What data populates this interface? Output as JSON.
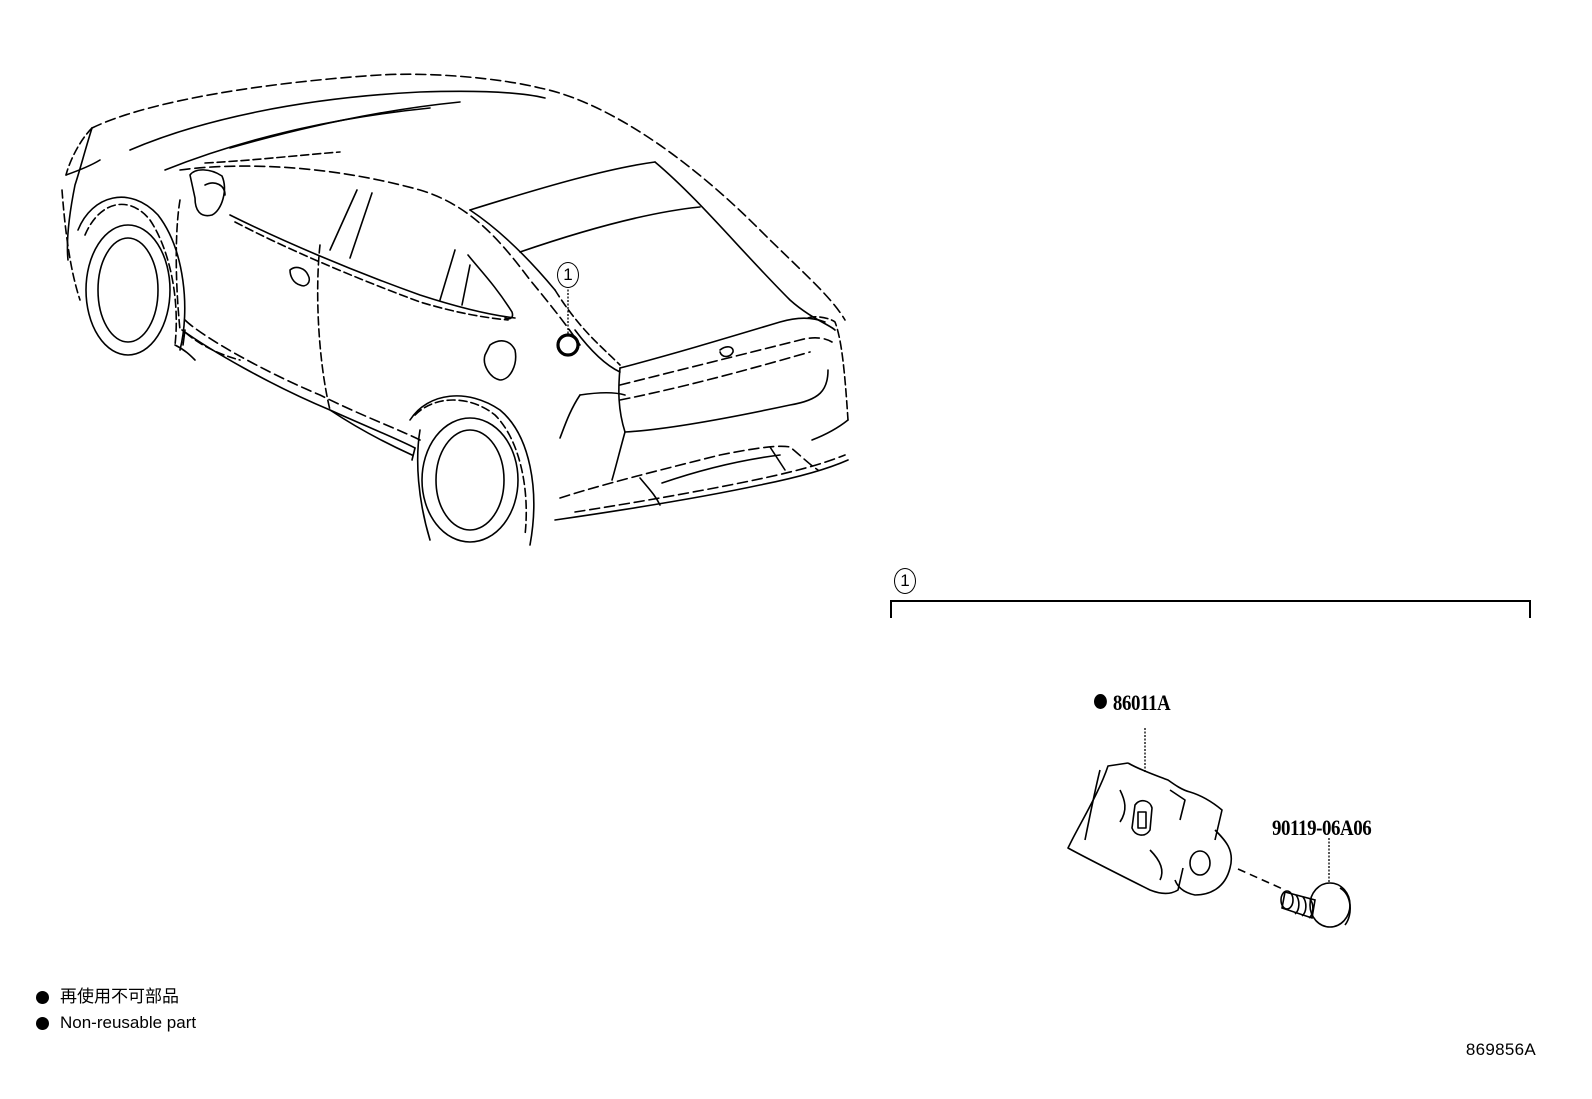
{
  "diagram": {
    "type": "parts-illustration",
    "subject": "vehicle rear body sensor location",
    "figure_id": "869856A",
    "callouts": [
      {
        "id": "callout-car",
        "label": "1",
        "target": "sensor-location-on-rear-quarter"
      },
      {
        "id": "callout-detail",
        "label": "1",
        "target": "detail-group-bracket"
      }
    ],
    "parts": [
      {
        "part_number": "86011A",
        "non_reusable": true,
        "marker": "●"
      },
      {
        "part_number": "90119-06A06",
        "non_reusable": false,
        "marker": ""
      }
    ],
    "legend": {
      "items": [
        {
          "marker": "●",
          "text": "再使用不可部品"
        },
        {
          "marker": "●",
          "text": "Non-reusable part"
        }
      ]
    },
    "colors": {
      "line": "#000000",
      "background": "#ffffff"
    }
  }
}
